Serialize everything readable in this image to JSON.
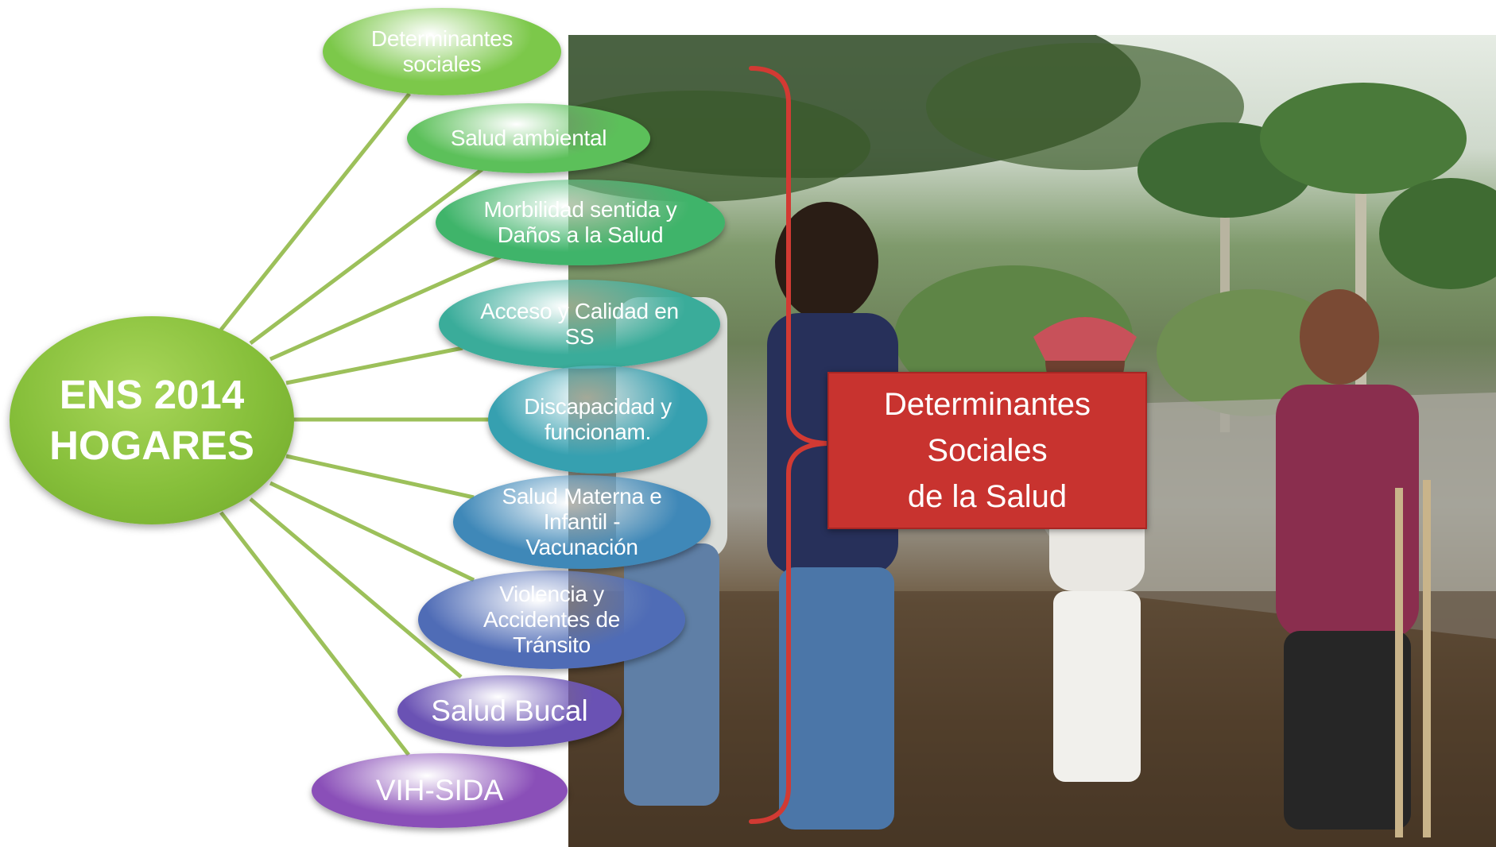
{
  "hub": {
    "title": "ENS 2014\nHOGARES",
    "color": "#86bf3a"
  },
  "topics": [
    {
      "label": "Determinantes\nsociales",
      "color": "#7cc84a"
    },
    {
      "label": "Salud ambiental",
      "color": "#5cc05a"
    },
    {
      "label": "Morbilidad sentida y\nDaños a la Salud",
      "color": "#3fb46a"
    },
    {
      "label": "Acceso y Calidad en\nSS",
      "color": "#3aac9a"
    },
    {
      "label": "Discapacidad y\nfuncionam.",
      "color": "#36a0b0"
    },
    {
      "label": "Salud Materna e\nInfantil -\nVacunación",
      "color": "#3f88b8"
    },
    {
      "label": "Violencia y\nAccidentes de\nTránsito",
      "color": "#4f6cb6"
    },
    {
      "label": "Salud Bucal",
      "color": "#6a52b4"
    },
    {
      "label": "VIH-SIDA",
      "color": "#8a4fb8"
    }
  ],
  "callout": {
    "label": "Determinantes\nSociales\nde la Salud",
    "color": "#c8332f"
  },
  "bracket_color": "#d23a33",
  "connector_color": "#9cc05a"
}
